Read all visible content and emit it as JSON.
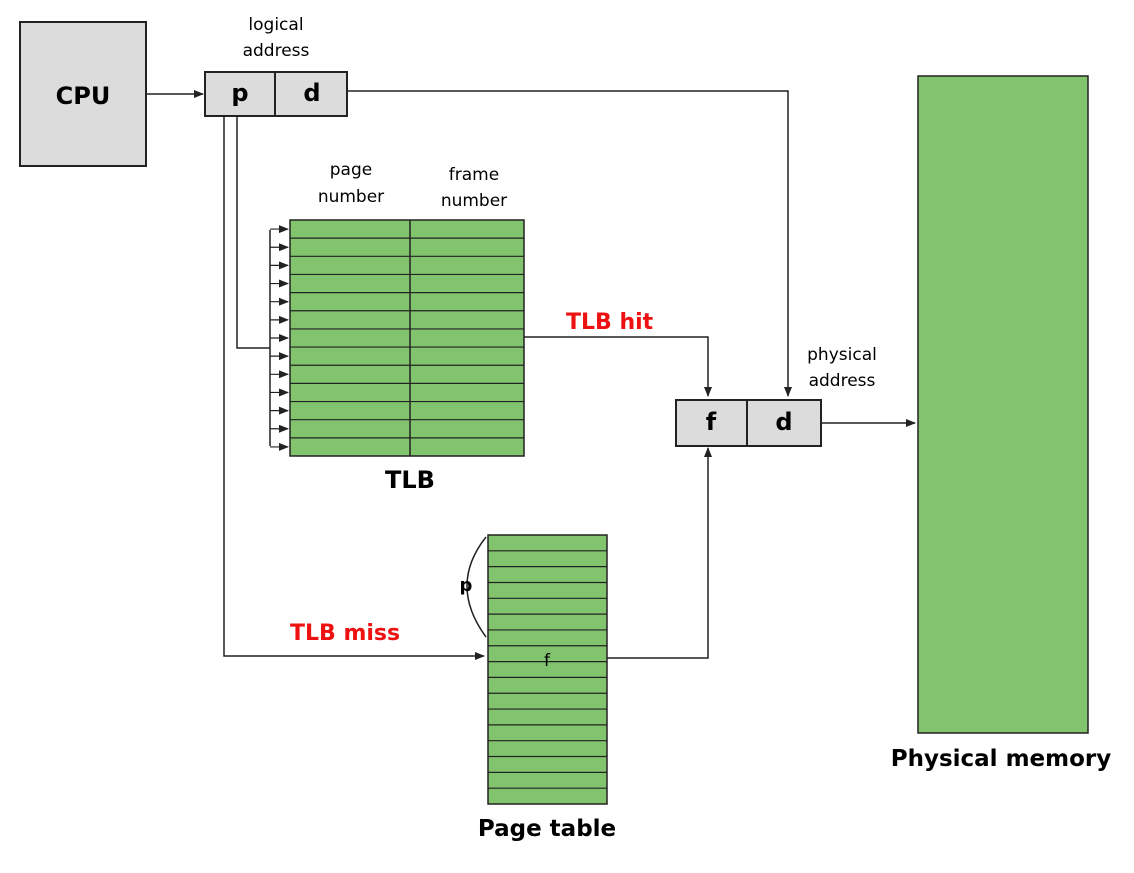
{
  "cpu": {
    "label": "CPU"
  },
  "logical_address": {
    "caption_line1": "logical",
    "caption_line2": "address",
    "p": "p",
    "d": "d"
  },
  "tlb": {
    "header_page_line1": "page",
    "header_page_line2": "number",
    "header_frame_line1": "frame",
    "header_frame_line2": "number",
    "label": "TLB",
    "rows": 13
  },
  "tlb_hit": {
    "label": "TLB hit"
  },
  "tlb_miss": {
    "label": "TLB miss"
  },
  "physical_address": {
    "caption_line1": "physical",
    "caption_line2": "address",
    "f": "f",
    "d": "d"
  },
  "page_table": {
    "label": "Page table",
    "p_label": "p",
    "f_label": "f",
    "rows": 17
  },
  "physical_memory": {
    "label": "Physical memory"
  },
  "colors": {
    "green": "#82C46E",
    "gray": "#DCDCDC",
    "red": "#EE1111",
    "line": "#222222"
  }
}
